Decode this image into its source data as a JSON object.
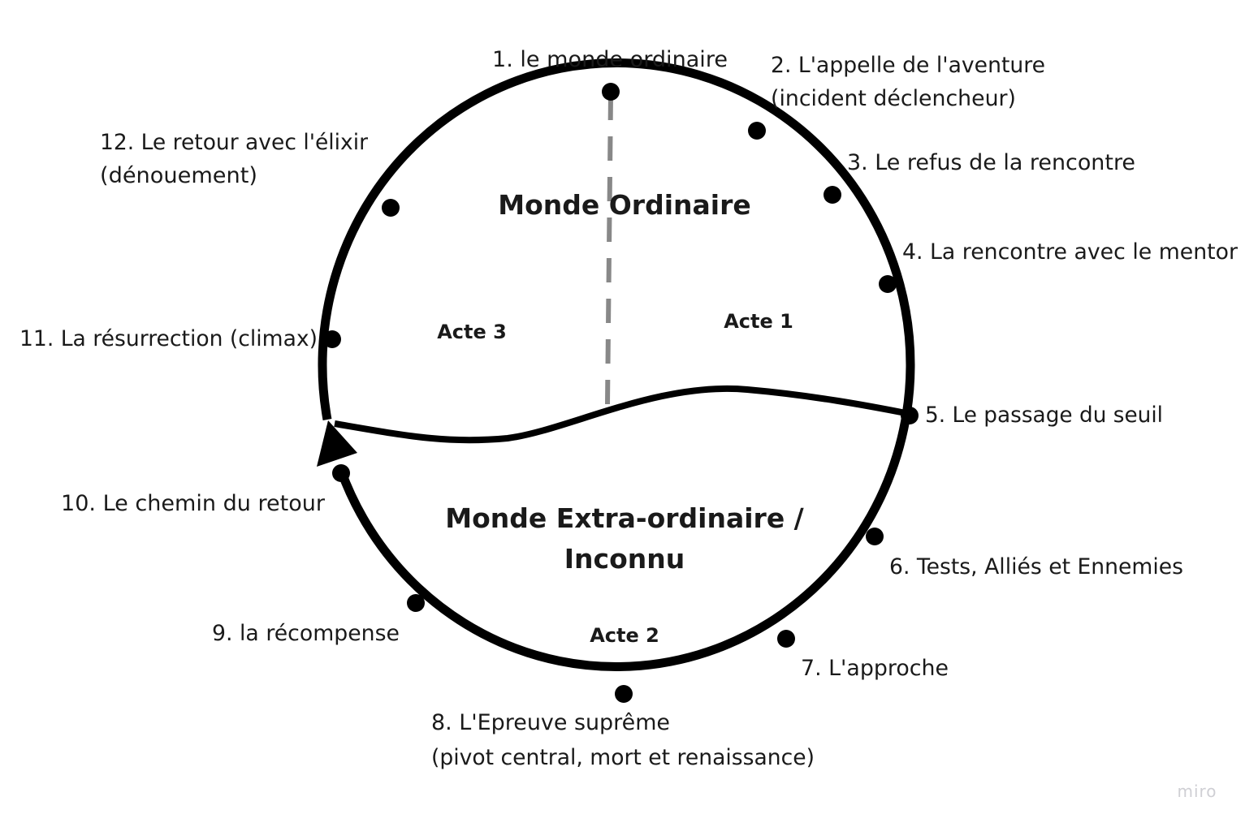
{
  "stages": [
    {
      "id": "s1",
      "lines": [
        "1. le monde ordinaire"
      ]
    },
    {
      "id": "s2",
      "lines": [
        "2. L'appelle de l'aventure",
        "(incident déclencheur)"
      ]
    },
    {
      "id": "s3",
      "lines": [
        "3. Le refus de la rencontre"
      ]
    },
    {
      "id": "s4",
      "lines": [
        "4. La rencontre avec le mentor"
      ]
    },
    {
      "id": "s5",
      "lines": [
        "5. Le passage du seuil"
      ]
    },
    {
      "id": "s6",
      "lines": [
        "6. Tests, Alliés et Ennemies"
      ]
    },
    {
      "id": "s7",
      "lines": [
        "7. L'approche"
      ]
    },
    {
      "id": "s8",
      "lines": [
        "8. L'Epreuve suprême",
        "(pivot central, mort et renaissance)"
      ]
    },
    {
      "id": "s9",
      "lines": [
        "9. la récompense"
      ]
    },
    {
      "id": "s10",
      "lines": [
        "10. Le chemin du retour"
      ]
    },
    {
      "id": "s11",
      "lines": [
        "11. La résurrection (climax)"
      ]
    },
    {
      "id": "s12",
      "lines": [
        "12. Le retour avec l'élixir",
        "(dénouement)"
      ]
    }
  ],
  "regions": {
    "ordinary": "Monde Ordinaire",
    "extraordinary_line1": "Monde Extra-ordinaire /",
    "extraordinary_line2": "Inconnu"
  },
  "acts": {
    "act1": "Acte 1",
    "act2": "Acte 2",
    "act3": "Acte 3"
  },
  "watermark": "miro",
  "colors": {
    "stroke": "#000000",
    "dashed_divider": "#888888",
    "text": "#1a1a1a",
    "watermark": "#cfcfd4"
  }
}
